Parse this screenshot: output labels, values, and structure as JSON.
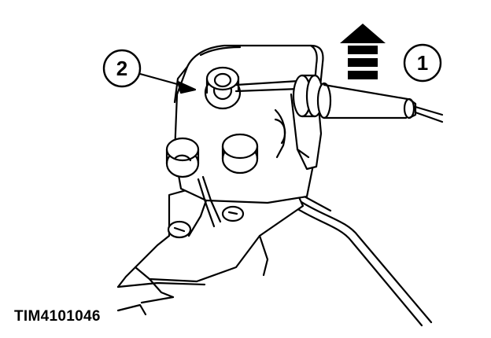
{
  "callouts": [
    {
      "number": "1",
      "target": "cable-pull-direction"
    },
    {
      "number": "2",
      "target": "cable-end-fitting"
    }
  ],
  "figure_id": "TIM4101046",
  "icons": [
    "up-arrow-icon",
    "pointer-arrow-icon"
  ],
  "colors": {
    "ink": "#000000",
    "paper": "#ffffff"
  }
}
